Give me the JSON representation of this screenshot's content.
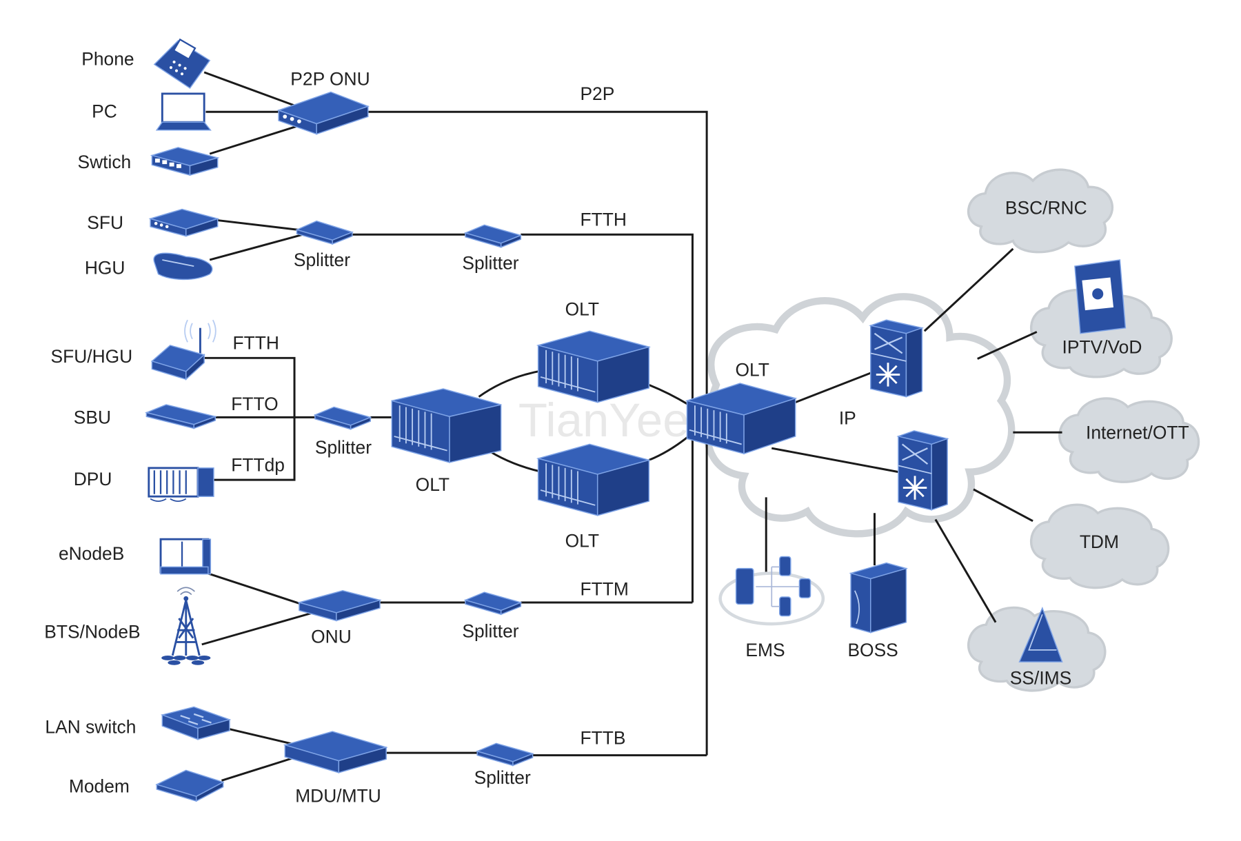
{
  "diagram": {
    "title": "PON network architecture",
    "watermark": "TianYee",
    "colors": {
      "device": "#2a50a3",
      "device_highlight": "#7ea3e6",
      "wire": "#1a1a1a",
      "cloud": "#d5dadf",
      "cloud_outline": "#cfd3d7",
      "text": "#222222"
    },
    "client_devices": [
      {
        "id": "phone",
        "label": "Phone",
        "icon": "phone-icon"
      },
      {
        "id": "pc",
        "label": "PC",
        "icon": "laptop-icon"
      },
      {
        "id": "switch",
        "label": "Swtich",
        "icon": "switch-icon"
      },
      {
        "id": "sfu",
        "label": "SFU",
        "icon": "sfu-icon"
      },
      {
        "id": "hgu",
        "label": "HGU",
        "icon": "hgu-icon"
      },
      {
        "id": "sfu_hgu",
        "label": "SFU/HGU",
        "icon": "wireless-router-icon"
      },
      {
        "id": "sbu",
        "label": "SBU",
        "icon": "sbu-icon"
      },
      {
        "id": "dpu",
        "label": "DPU",
        "icon": "dpu-icon"
      },
      {
        "id": "enodeb",
        "label": "eNodeB",
        "icon": "enodeb-icon"
      },
      {
        "id": "bts_nodeb",
        "label": "BTS/NodeB",
        "icon": "cell-tower-icon"
      },
      {
        "id": "lan_switch",
        "label": "LAN switch",
        "icon": "lan-switch-icon"
      },
      {
        "id": "modem",
        "label": "Modem",
        "icon": "modem-icon"
      }
    ],
    "access_nodes": {
      "p2p_onu": "P2P ONU",
      "splitter_1": "Splitter",
      "splitter_2": "Splitter",
      "splitter_3": "Splitter",
      "olt_left": "OLT",
      "olt_top": "OLT",
      "olt_bottom": "OLT",
      "onu": "ONU",
      "splitter_4": "Splitter",
      "mdu_mtu": "MDU/MTU",
      "splitter_5": "Splitter",
      "olt_core": "OLT"
    },
    "link_labels": {
      "p2p": "P2P",
      "ftth_top": "FTTH",
      "ftth": "FTTH",
      "ftto": "FTTO",
      "fttdp": "FTTdp",
      "fttm": "FTTM",
      "fttb": "FTTB"
    },
    "core": {
      "ip_cloud": "IP",
      "ems": "EMS",
      "boss": "BOSS"
    },
    "service_clouds": [
      {
        "id": "bsc_rnc",
        "label": "BSC/RNC"
      },
      {
        "id": "iptv_vod",
        "label": "IPTV/VoD"
      },
      {
        "id": "internet_ott",
        "label": "Internet/OTT"
      },
      {
        "id": "tdm",
        "label": "TDM"
      },
      {
        "id": "ss_ims",
        "label": "SS/IMS"
      }
    ]
  }
}
